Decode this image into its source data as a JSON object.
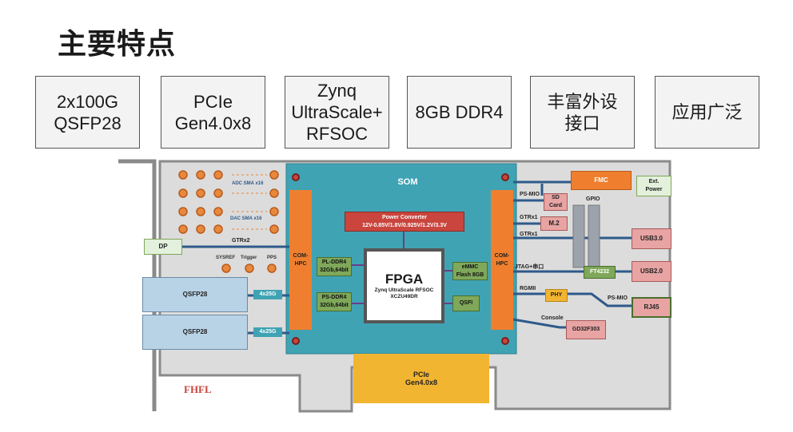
{
  "title": "主要特点",
  "features": [
    "2x100G\nQSFP28",
    "PCIe\nGen4.0x8",
    "Zynq\nUltraScale+\nRFSOC",
    "8GB DDR4",
    "丰富外设\n接口",
    "应用广泛"
  ],
  "diagram": {
    "som": "SOM",
    "com_hpc": "COM-\nHPC",
    "power_converter": "Power Converter\n12V-0.85V/1.8V/0.925V/1.2V/3.3V",
    "pl_ddr4": "PL-DDR4\n32Gb,64bit",
    "ps_ddr4": "PS-DDR4\n32Gb,64bit",
    "fpga_title": "FPGA",
    "fpga_sub": "Zynq UltraScale RFSOC\nXCZU49DR",
    "emmc": "eMMC\nFlash 8GB",
    "qsfi": "QSFI",
    "adc_sma": "ADC SMA x16",
    "dac_sma": "DAC SMA x16",
    "sysref": "SYSREF",
    "trigger": "Trigger",
    "pps": "PPS",
    "dp": "DP",
    "gtrx2": "GTRx2",
    "qsfp28": "QSFP28",
    "lanes": "4x25G",
    "pcie": "PCIe\nGen4.0x8",
    "fhfl": "FHFL",
    "fmc": "FMC",
    "ext_power": "Ext.\nPower",
    "ps_mio": "PS-MIO",
    "sd_card": "SD\nCard",
    "gpio": "GPIO",
    "gtrx1": "GTRx1",
    "m2": "M.2",
    "usb30": "USB3.0",
    "jtag": "JTAG+串口",
    "ft4232": "FT4232",
    "usb20": "USB2.0",
    "rgmii": "RGMII",
    "phy": "PHY",
    "rj45": "RJ45",
    "console": "Console",
    "gd32": "GD32F303"
  },
  "colors": {
    "board": "#dcdcdc",
    "som": "#3fa3b4",
    "orange": "#ef7f2f",
    "power": "#c9453e",
    "green_box": "#7fa85a",
    "qsfp": "#b9d3e6",
    "pcie": "#f2b531",
    "pink": "#e8a3a3",
    "wire": "#2e5a8a",
    "purple": "#6a3d8a"
  }
}
